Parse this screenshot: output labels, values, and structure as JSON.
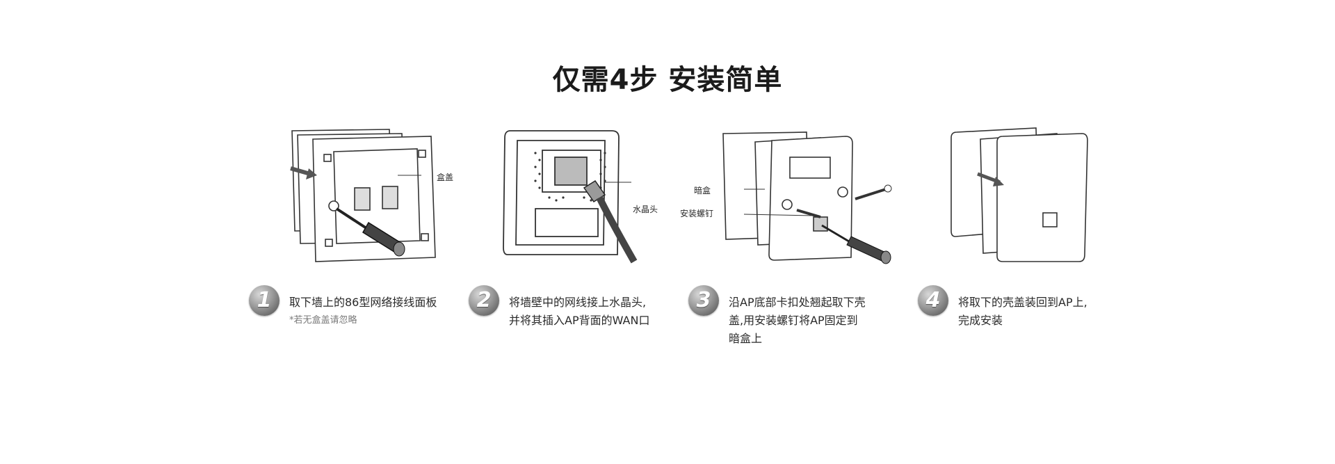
{
  "title": "仅需4步 安装简单",
  "steps": [
    {
      "number": "1",
      "lines": [
        "取下墙上的86型网络接线面板"
      ],
      "note": "*若无盒盖请忽略",
      "callouts": [
        "盒盖"
      ]
    },
    {
      "number": "2",
      "lines": [
        "将墙壁中的网线接上水晶头,",
        "并将其插入AP背面的WAN口"
      ],
      "callouts": [
        "水晶头"
      ]
    },
    {
      "number": "3",
      "lines": [
        "沿AP底部卡扣处翘起取下壳",
        "盖,用安装螺钉将AP固定到",
        "暗盒上"
      ],
      "callouts": [
        "暗盒",
        "安装螺钉"
      ]
    },
    {
      "number": "4",
      "lines": [
        "将取下的壳盖装回到AP上,",
        "完成安装"
      ],
      "callouts": []
    }
  ],
  "icons": [
    "wall-box-icon",
    "ap-back-cable-icon",
    "ap-screw-mount-icon",
    "ap-installed-icon",
    "screwdriver-icon"
  ]
}
